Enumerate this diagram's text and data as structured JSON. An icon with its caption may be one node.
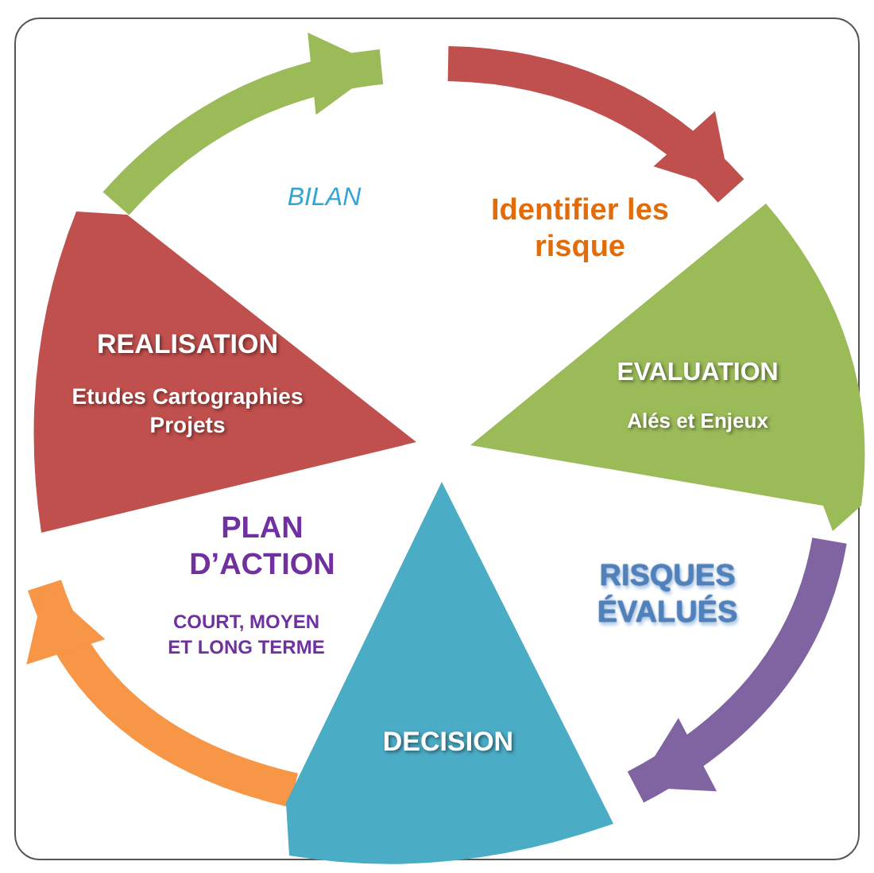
{
  "diagram": {
    "nodes": [
      {
        "text": [
          "REALISATION",
          "Etudes Cartographies Projets"
        ]
      },
      {
        "text": [
          "EVALUATION",
          "Alés et Enjeux"
        ]
      },
      {
        "text": [
          "DECISION"
        ]
      }
    ],
    "edges": [
      {
        "from": 0,
        "to": null,
        "arrow": "to",
        "color": "#9bbb59"
      },
      {
        "from": null,
        "to": 1,
        "arrow": "to",
        "color": "#c0504d"
      },
      {
        "from": 1,
        "to": 2,
        "arrow": "to",
        "color": "#8064a2"
      },
      {
        "from": 2,
        "to": 0,
        "arrow": "to",
        "color": "#f79646"
      }
    ],
    "labels": [
      "BILAN",
      "Identifier les risque",
      "PLAN D’ACTION",
      "RISQUES ÉVALUÉS",
      "COURT, MOYEN ET LONG TERME"
    ]
  }
}
